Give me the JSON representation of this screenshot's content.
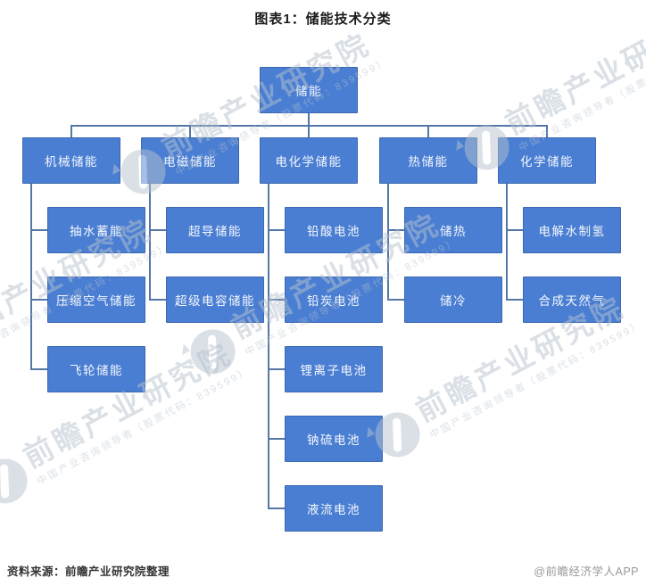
{
  "title": "图表1：储能技术分类",
  "tree": {
    "type": "hierarchy",
    "root": {
      "label": "储能"
    },
    "branches": [
      {
        "label": "机械储能",
        "children": [
          "抽水蓄能",
          "压缩空气储能",
          "飞轮储能"
        ]
      },
      {
        "label": "电磁储能",
        "children": [
          "超导储能",
          "超级电容储能"
        ]
      },
      {
        "label": "电化学储能",
        "children": [
          "铅酸电池",
          "铅炭电池",
          "锂离子电池",
          "钠硫电池",
          "液流电池"
        ]
      },
      {
        "label": "热储能",
        "children": [
          "储热",
          "储冷"
        ]
      },
      {
        "label": "化学储能",
        "children": [
          "电解水制氢",
          "合成天然气"
        ]
      }
    ]
  },
  "watermark": {
    "text": "前瞻产业研究院",
    "subtext": "中国产业咨询领导者（股票代码：839599）"
  },
  "footer": {
    "source": "资料来源：前瞻产业研究院整理",
    "credit": "@前瞻经济学人APP"
  },
  "colors": {
    "node_fill": "#4a7ed3",
    "node_border": "#3d68b0",
    "node_text": "#f5f8fc",
    "connector": "#5577a8",
    "title_text": "#1a1a1a",
    "source_text": "#333333",
    "credit_text": "#999999",
    "watermark": "#b6c2ce"
  }
}
